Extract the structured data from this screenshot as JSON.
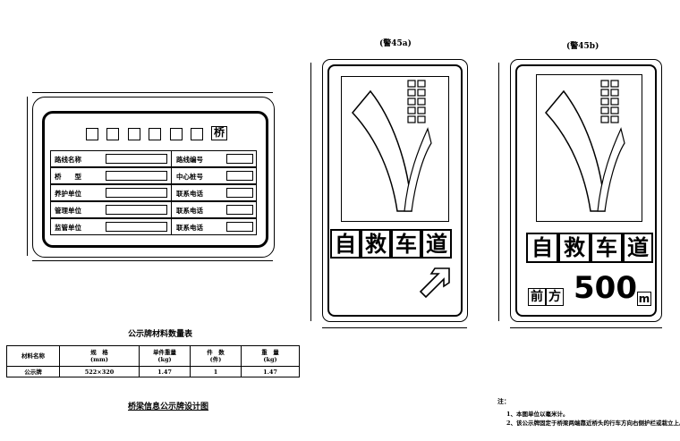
{
  "info_board": {
    "header_char": "桥",
    "rows": [
      {
        "left": "路线名称",
        "right": "路线编号"
      },
      {
        "left": "桥　　型",
        "right": "中心桩号"
      },
      {
        "left": "养护单位",
        "right": "联系电话"
      },
      {
        "left": "管理单位",
        "right": "联系电话"
      },
      {
        "left": "监管单位",
        "right": "联系电话"
      }
    ],
    "table_title": "公示牌材料数量表",
    "table_headers": [
      "材料名称",
      "规　格",
      "(mm)",
      "单件重量",
      "(kg)",
      "件　数",
      "(件)",
      "重　量",
      "(kg)"
    ],
    "table_row": [
      "公示牌",
      "522×320",
      "1.47",
      "1",
      "1.47"
    ],
    "drawing_title": "桥梁信息公示牌设计图"
  },
  "sign_a": {
    "caption": "(警45a)",
    "chars": [
      "自",
      "救",
      "车",
      "道"
    ],
    "arrow_icon": "diagonal-arrow-up-right"
  },
  "sign_b": {
    "caption": "(警45b)",
    "chars": [
      "自",
      "救",
      "车",
      "道"
    ],
    "prefix": [
      "前",
      "方"
    ],
    "distance": "500",
    "unit": "m"
  },
  "notes": {
    "title": "注：",
    "items": [
      "1、本图单位以毫米计。",
      "2、该公示牌固定于桥梁两端靠近桥头的行车方向右侧护栏或栽立上。"
    ]
  }
}
